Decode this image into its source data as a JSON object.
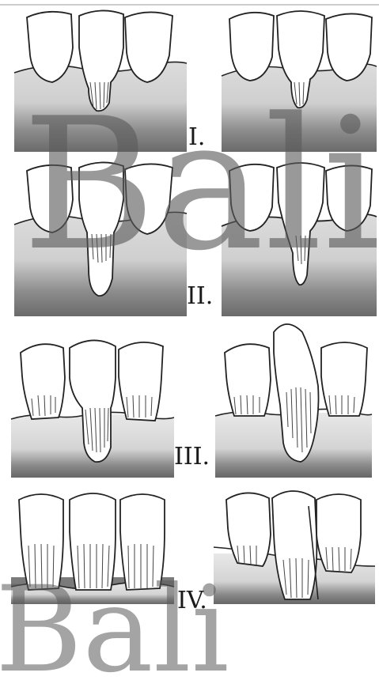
{
  "figure": {
    "panel_labels": [
      "I.",
      "II.",
      "III.",
      "IV."
    ],
    "watermark_text": "Bali",
    "colors": {
      "tooth_outline": "#1e1e1e",
      "tooth_fill": "#ffffff",
      "gum_light": "#e6e6e6",
      "bone_dark": "#6e6e6e",
      "watermark": "#5a5a5a"
    }
  }
}
